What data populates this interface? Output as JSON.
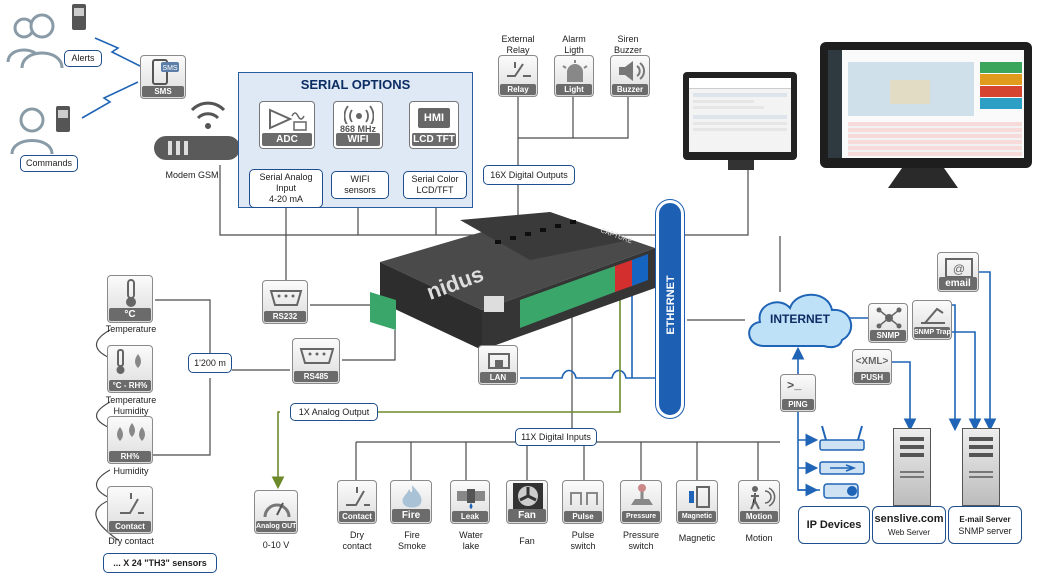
{
  "serial_options": {
    "title": "SERIAL OPTIONS",
    "adc": {
      "tag": "ADC",
      "caption": "Serial Analog\nInput\n4-20 mA"
    },
    "wifi": {
      "tag": "WIFI",
      "freq": "868 MHz",
      "caption": "WIFI\nsensors"
    },
    "hmi": {
      "tag": "LCD TFT",
      "screen": "HMI",
      "caption": "Serial Color\nLCD/TFT"
    }
  },
  "left": {
    "alerts": "Alerts",
    "commands": "Commands",
    "sms_tag": "SMS",
    "sms_screen": "SMS",
    "modem": "Modem GSM"
  },
  "outputs": {
    "relay_label": "External\nRelay",
    "relay_tag": "Relay",
    "light_label": "Alarm\nLigth",
    "light_tag": "Light",
    "buzzer_label": "Siren\nBuzzer",
    "buzzer_tag": "Buzzer",
    "digital_outputs": "16X Digital Outputs"
  },
  "ports": {
    "rs232": "RS232",
    "rs485": "RS485",
    "lan": "LAN",
    "distance": "1'200 m",
    "ethernet": "ETHERNET"
  },
  "sensors": {
    "temperature": {
      "tag": "°C",
      "label": "Temperature"
    },
    "temp_humidity": {
      "tag": "°C - RH%",
      "label": "Temperature\nHumidity"
    },
    "humidity": {
      "tag": "RH%",
      "label": "Humidity"
    },
    "dry_contact": {
      "tag": "Contact",
      "label": "Dry contact"
    },
    "th3_note": "... X 24 \"TH3\" sensors"
  },
  "analog": {
    "output_box": "1X Analog Output",
    "tag": "Analog OUT",
    "label": "0-10 V"
  },
  "digital_inputs": {
    "box": "11X Digital Inputs",
    "items": [
      {
        "tag": "Contact",
        "label": "Dry\ncontact"
      },
      {
        "tag": "Fire",
        "label": "Fire\nSmoke"
      },
      {
        "tag": "Leak",
        "label": "Water\nlake"
      },
      {
        "tag": "Fan",
        "label": "Fan"
      },
      {
        "tag": "Pulse",
        "label": "Pulse\nswitch"
      },
      {
        "tag": "Pressure",
        "label": "Pressure\nswitch"
      },
      {
        "tag": "Magnetic",
        "label": "Magnetic"
      },
      {
        "tag": "Motion",
        "label": "Motion"
      }
    ]
  },
  "network": {
    "internet": "INTERNET",
    "email": "email",
    "snmp": "SNMP",
    "snmp_trap": "SNMP Trap",
    "xml": "<XML>",
    "push": "PUSH",
    "ping_symbol": ">_",
    "ping": "PING"
  },
  "bottom_right": {
    "ip_devices": "IP Devices",
    "senslive_title": "senslive.com",
    "senslive_sub": "Web Server",
    "email_server_title": "E-mail Server",
    "email_server_sub": "SNMP server"
  },
  "device": {
    "brand": "nidus",
    "model": "CAPTURE"
  },
  "colors": {
    "line_dark": "#3a3a3a",
    "line_blue": "#1f64b6",
    "line_green": "#6d8a2b",
    "panel": "#dfe9f6",
    "accent": "#0c2d63"
  }
}
